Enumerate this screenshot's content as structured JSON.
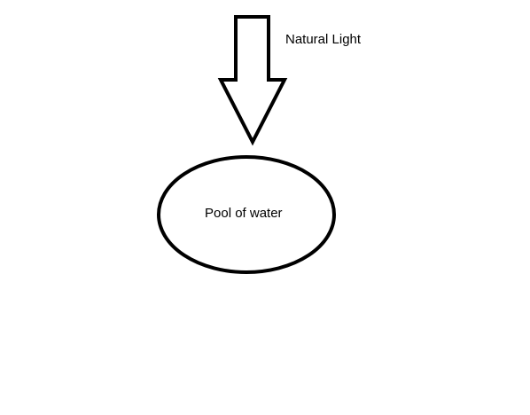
{
  "diagram": {
    "light_label": "Natural Light",
    "pool_label": "Pool of water",
    "stroke_color": "#000000",
    "background_color": "#ffffff",
    "arrow_icon": "down-arrow-icon",
    "pool_shape": "ellipse"
  }
}
